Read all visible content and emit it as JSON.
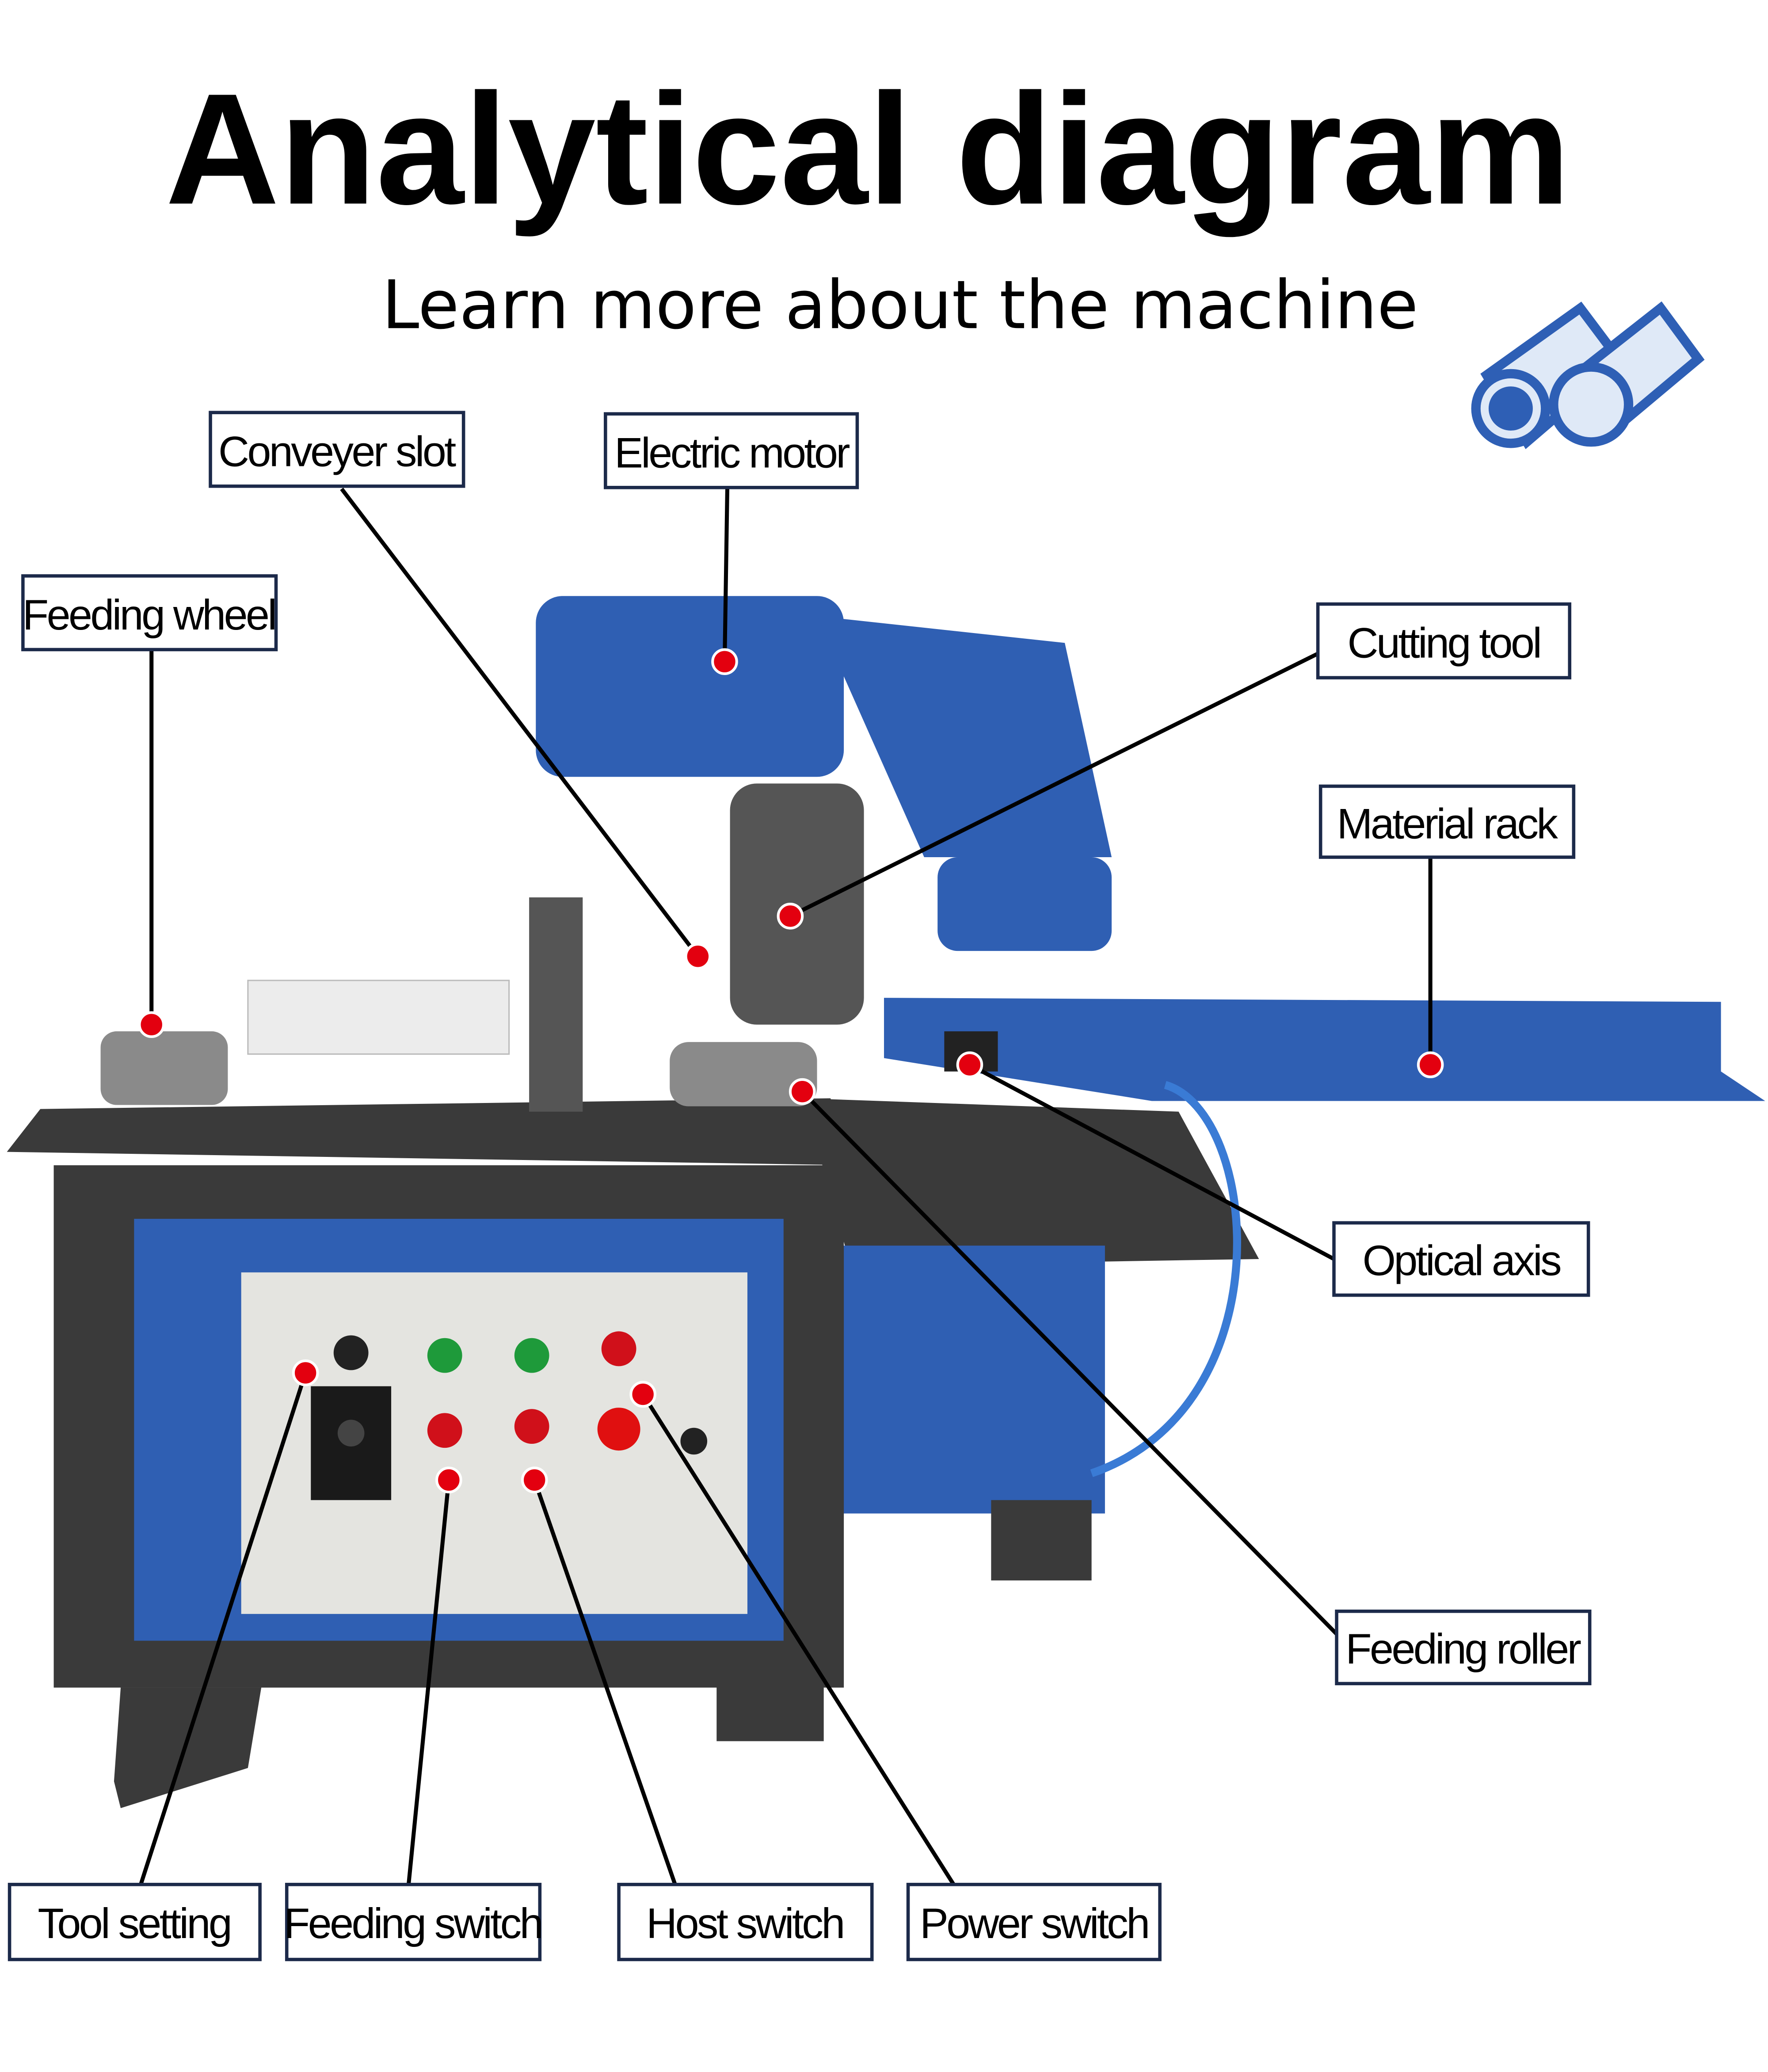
{
  "header": {
    "title": "Analytical diagram",
    "subtitle": "Learn more about the machine"
  },
  "icon": "pipe-tubes-icon",
  "colors": {
    "machine_blue": "#2f5fb3",
    "frame_dark": "#3a3a3a",
    "panel_grey": "#e4e4e0",
    "marker_red": "#e3000f",
    "label_border": "#1c2a4a"
  },
  "labels": {
    "conveyer_slot": "Conveyer slot",
    "electric_motor": "Electric motor",
    "feeding_wheel": "Feeding wheel",
    "cutting_tool": "Cutting tool",
    "material_rack": "Material rack",
    "optical_axis": "Optical axis",
    "feeding_roller": "Feeding roller",
    "tool_setting": "Tool setting",
    "feeding_switch": "Feeding switch",
    "host_switch": "Host switch",
    "power_switch": "Power switch"
  }
}
